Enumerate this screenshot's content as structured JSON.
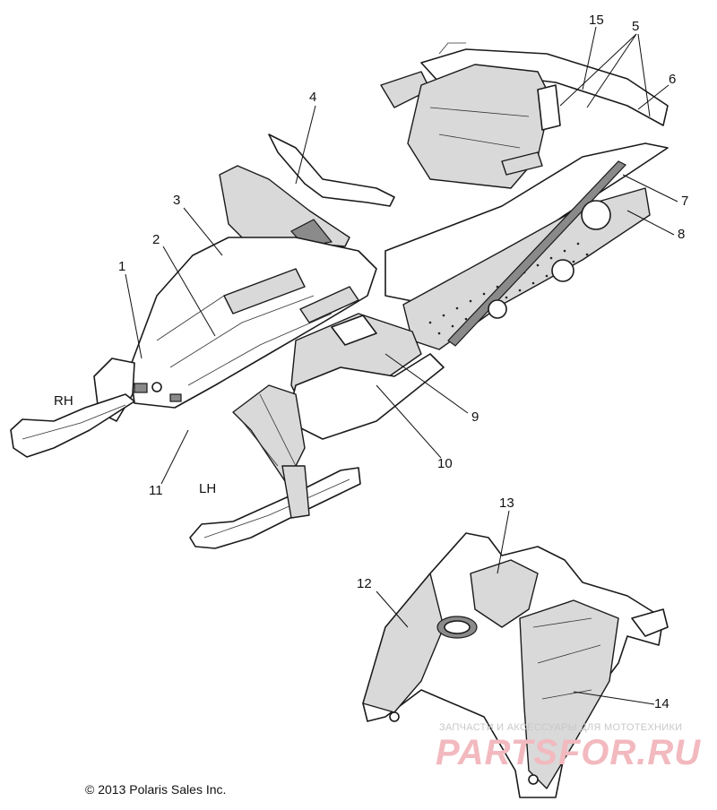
{
  "callouts": {
    "c1": "1",
    "c2": "2",
    "c3": "3",
    "c4": "4",
    "c5": "5",
    "c6": "6",
    "c7": "7",
    "c8": "8",
    "c9": "9",
    "c10": "10",
    "c11": "11",
    "c12": "12",
    "c13": "13",
    "c14": "14",
    "c15": "15"
  },
  "side_labels": {
    "rh": "RH",
    "lh": "LH"
  },
  "watermark": {
    "tagline": "ЗАПЧАСТИ И АКСЕССУАРЫ ДЛЯ МОТОТЕХНИКИ",
    "brand": "PARTSFOR.RU"
  },
  "copyright": "© 2013 Polaris Sales Inc.",
  "colors": {
    "line": "#1a1a1a",
    "shade": "#d9d9d9",
    "watermark": "#f2b9bf"
  }
}
